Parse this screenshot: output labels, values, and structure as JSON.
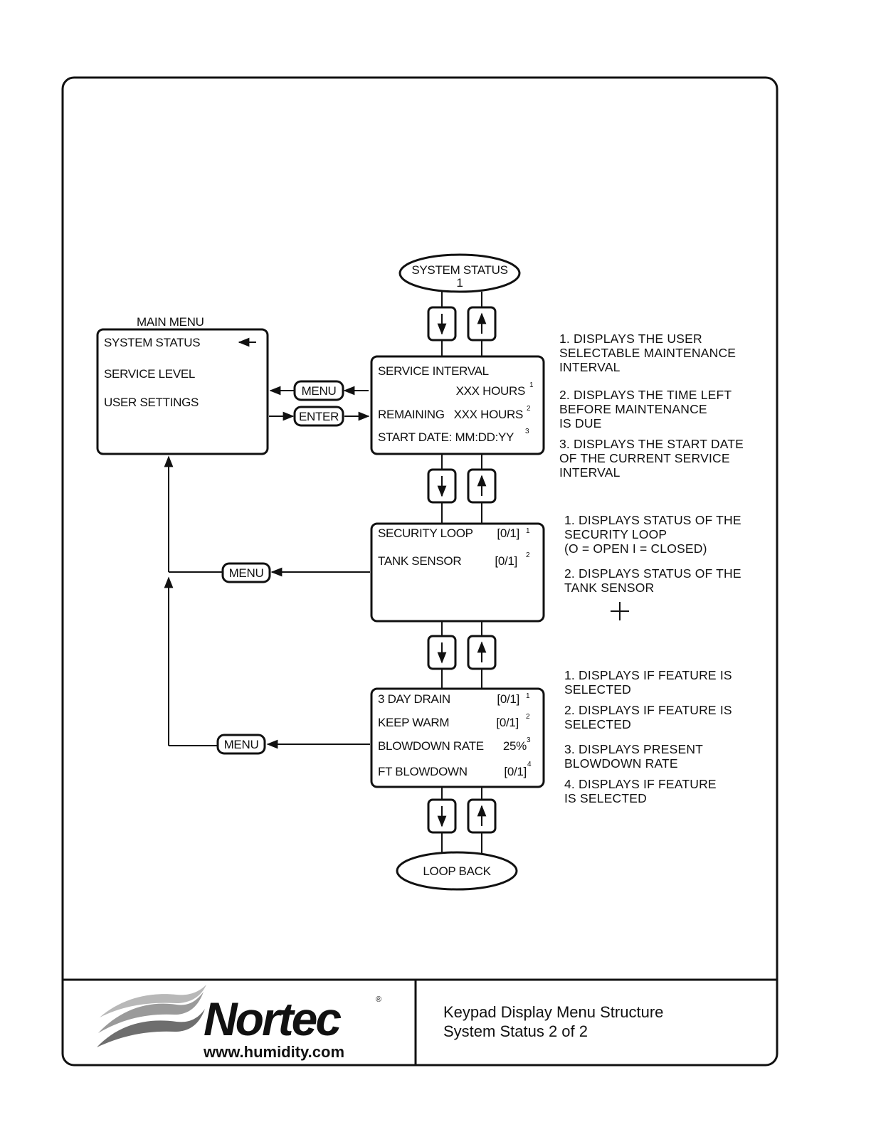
{
  "main_menu": {
    "title": "MAIN MENU",
    "items": [
      "SYSTEM  STATUS",
      "SERVICE LEVEL",
      "USER SETTINGS"
    ]
  },
  "top_oval": {
    "line1": "SYSTEM  STATUS",
    "line2": "1"
  },
  "bottom_oval": {
    "label": "LOOP BACK"
  },
  "buttons": {
    "menu": "MENU",
    "enter": "ENTER"
  },
  "screen1": {
    "lines": [
      {
        "text": "SERVICE INTERVAL",
        "value": "",
        "ref": ""
      },
      {
        "text": "",
        "value": "XXX HOURS",
        "ref": "1"
      },
      {
        "text": "REMAINING",
        "value": "XXX HOURS",
        "ref": "2"
      },
      {
        "text": "START DATE: MM:DD:YY",
        "value": "",
        "ref": "3"
      }
    ]
  },
  "screen2": {
    "lines": [
      {
        "text": "SECURITY LOOP",
        "value": "[0/1]",
        "ref": "1"
      },
      {
        "text": "TANK SENSOR",
        "value": "[0/1]",
        "ref": "2"
      }
    ]
  },
  "screen3": {
    "lines": [
      {
        "text": "3 DAY DRAIN",
        "value": "[0/1]",
        "ref": "1"
      },
      {
        "text": "KEEP WARM",
        "value": "[0/1]",
        "ref": "2"
      },
      {
        "text": "BLOWDOWN RATE",
        "value": "25%",
        "ref": "3"
      },
      {
        "text": "FT BLOWDOWN",
        "value": "[0/1]",
        "ref": "4"
      }
    ]
  },
  "notes1": [
    [
      "1. DISPLAYS THE USER",
      "SELECTABLE  MAINTENANCE",
      "INTERVAL"
    ],
    [
      "2. DISPLAYS THE TIME LEFT",
      "BEFORE MAINTENANCE",
      "IS DUE"
    ],
    [
      "3. DISPLAYS THE START DATE",
      "OF THE CURRENT SERVICE",
      "INTERVAL"
    ]
  ],
  "notes2": [
    [
      "1. DISPLAYS STATUS OF THE",
      "SECURITY LOOP",
      "(O = OPEN   I = CLOSED)"
    ],
    [
      "2. DISPLAYS STATUS OF THE",
      "TANK SENSOR"
    ]
  ],
  "notes3": [
    [
      "1. DISPLAYS IF FEATURE IS",
      "SELECTED"
    ],
    [
      "2. DISPLAYS IF FEATURE IS",
      "SELECTED"
    ],
    [
      "3. DISPLAYS PRESENT",
      "BLOWDOWN RATE"
    ],
    [
      "4. DISPLAYS IF FEATURE",
      "IS SELECTED"
    ]
  ],
  "footer": {
    "brand": "Nortec",
    "registered": "®",
    "url": "www.humidity.com",
    "title_line1": "Keypad Display Menu Structure",
    "title_line2": "System Status 2 of 2"
  },
  "icons": [
    "down-arrow-key-icon",
    "up-arrow-key-icon",
    "plus-icon",
    "nortec-wave-logo-icon"
  ]
}
